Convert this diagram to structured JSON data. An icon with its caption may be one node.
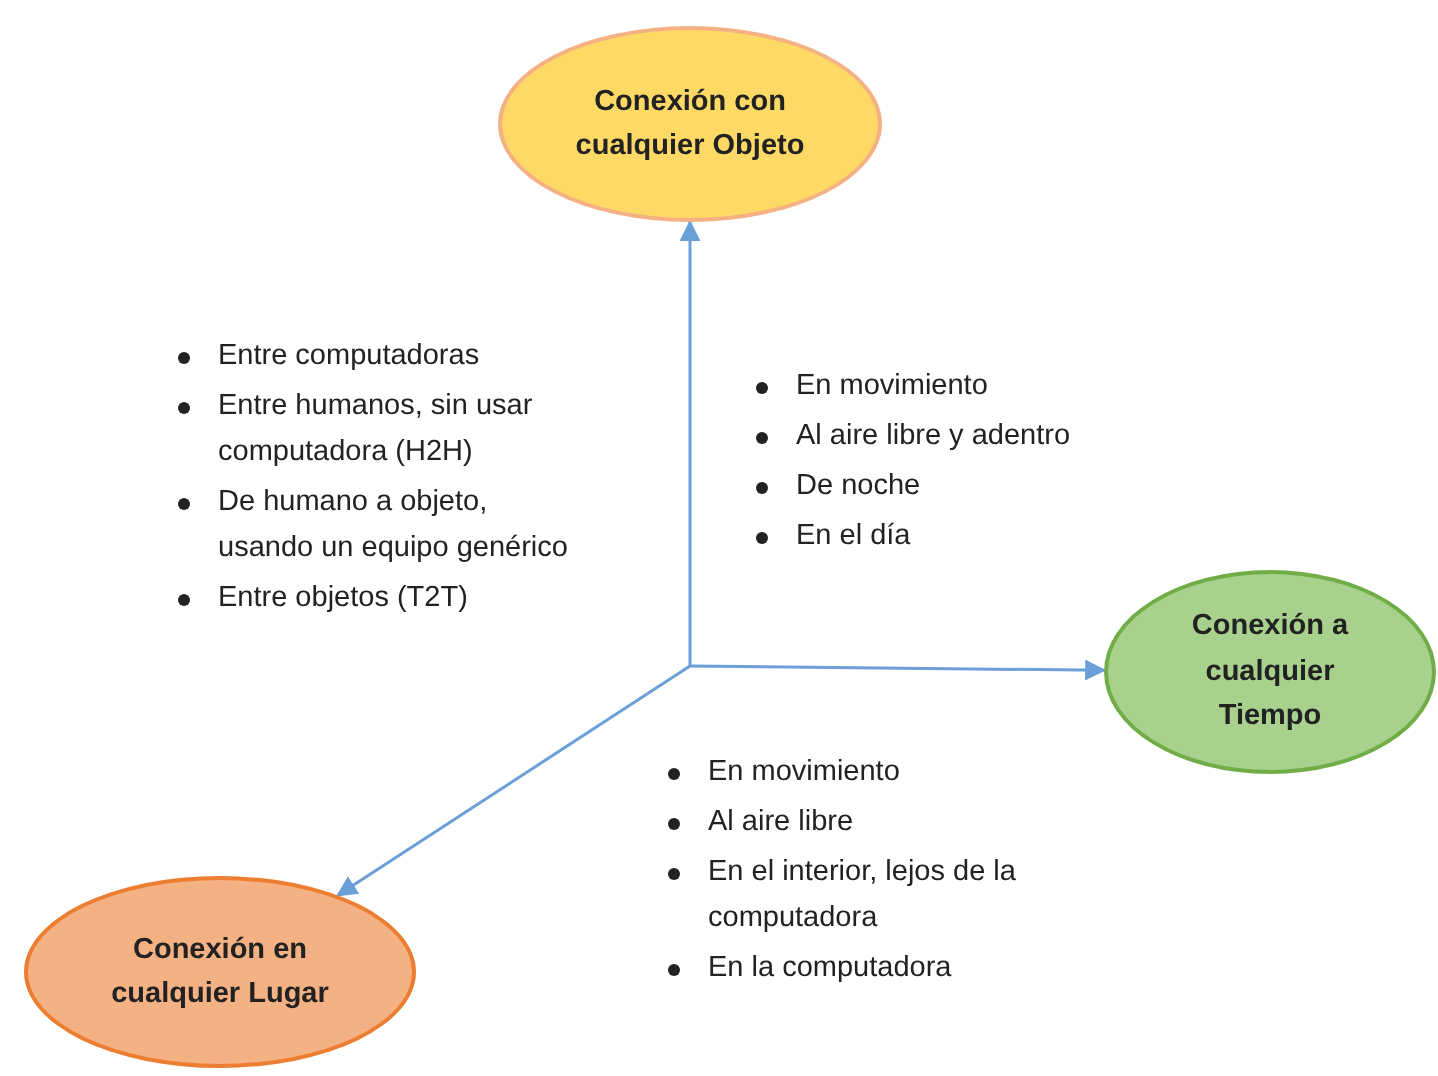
{
  "diagram": {
    "nodes": [
      {
        "text": [
          "Conexión con cualquier Objeto"
        ]
      },
      {
        "text": [
          "Conexión a cualquier Tiempo"
        ]
      },
      {
        "text": [
          "Conexión en cualquier Lugar"
        ]
      }
    ],
    "edges": [
      {
        "from": null,
        "to": 0,
        "arrow": "to"
      },
      {
        "from": null,
        "to": 1,
        "arrow": "to"
      },
      {
        "from": null,
        "to": 2,
        "arrow": "to"
      }
    ],
    "labels": [
      "Entre computadoras",
      "Entre humanos, sin usar computadora (H2H)",
      "De humano a objeto, usando un equipo genérico",
      "Entre objetos (T2T)",
      "En movimiento",
      "Al aire libre y adentro",
      "De noche",
      "En el día",
      "En movimiento",
      "Al aire libre",
      "En el interior, lejos de la computadora",
      "En la computadora"
    ]
  }
}
